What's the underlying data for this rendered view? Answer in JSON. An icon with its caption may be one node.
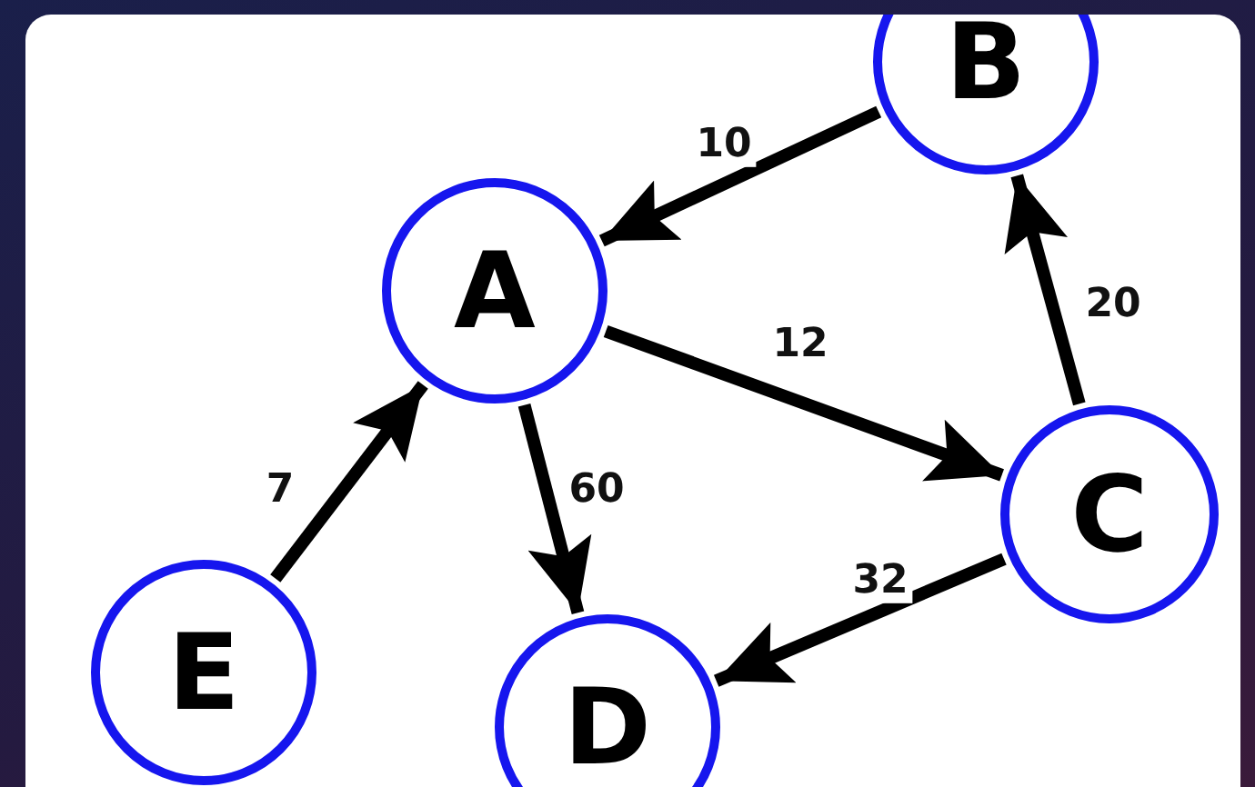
{
  "diagram": {
    "nodes": [
      {
        "text": [
          "B"
        ]
      },
      {
        "text": [
          "A"
        ]
      },
      {
        "text": [
          "C"
        ]
      },
      {
        "text": [
          "E"
        ]
      },
      {
        "text": [
          "D"
        ]
      }
    ],
    "edges": [
      {
        "from": 0,
        "to": 1,
        "arrow": "to",
        "label": "10"
      },
      {
        "from": 1,
        "to": 2,
        "arrow": "to",
        "label": "12"
      },
      {
        "from": 2,
        "to": 0,
        "arrow": "to",
        "label": "20"
      },
      {
        "from": 1,
        "to": 4,
        "arrow": "to",
        "label": "60"
      },
      {
        "from": 2,
        "to": 4,
        "arrow": "to",
        "label": "32"
      },
      {
        "from": 3,
        "to": 1,
        "arrow": "to",
        "label": "7"
      }
    ]
  }
}
